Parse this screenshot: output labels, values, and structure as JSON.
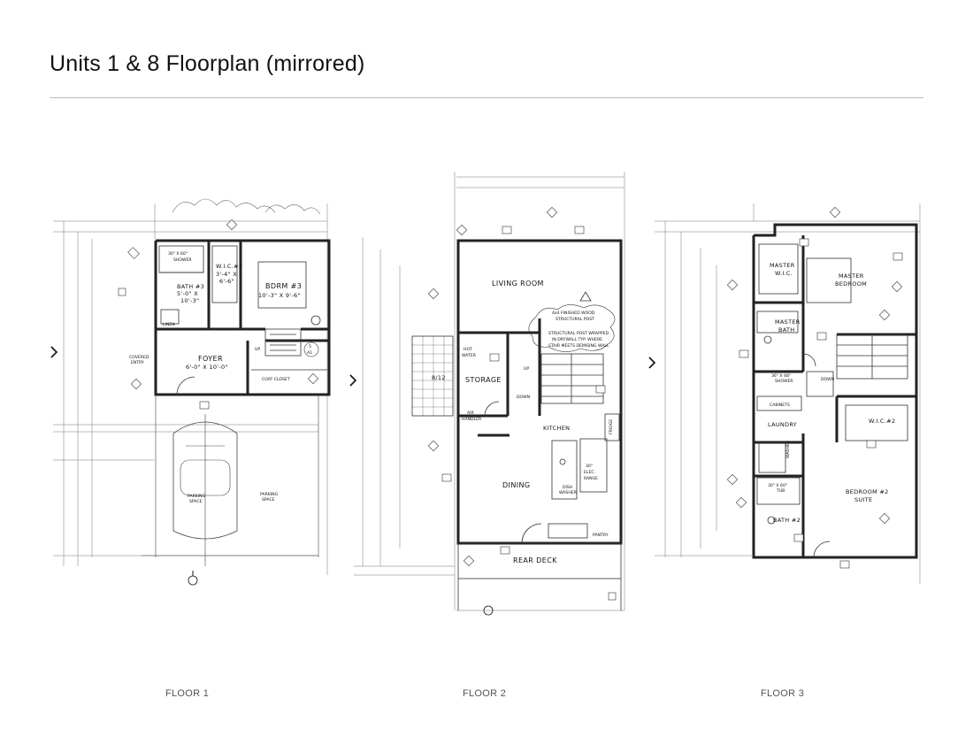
{
  "title": "Units 1 & 8 Floorplan (mirrored)",
  "floors": [
    {
      "caption": "FLOOR 1",
      "rooms": {
        "shower": "30\" X 60\"",
        "shower2": "SHOWER",
        "wic": "W.I.C.#3",
        "wic_dim1": "3'-4\" X",
        "wic_dim2": "6'-6\"",
        "bath": "BATH #3",
        "bath_dim1": "5'-0\" X",
        "bath_dim2": "10'-3\"",
        "bdrm": "BDRM #3",
        "bdrm_dim": "10'-3\" X 9'-6\"",
        "linen": "LINEN",
        "covered_entry1": "COVERED",
        "covered_entry2": "ENTRY",
        "foyer": "FOYER",
        "foyer_dim": "6'-0\" X 10'-0\"",
        "coat_closet": "COAT CLOSET",
        "parking1": "PARKING",
        "parking1b": "SPACE",
        "parking2": "PARKING",
        "parking2b": "SPACE",
        "up": "UP",
        "tag_a": "5",
        "tag_b": "A1"
      }
    },
    {
      "caption": "FLOOR 2",
      "rooms": {
        "living": "LIVING ROOM",
        "post1": "4x4 FINISHED WOOD",
        "post2": "STRUCTURAL POST",
        "post3": "STRUCTURAL POST WRAPPED",
        "post4": "IN DRYWALL TYP. WHERE",
        "post5": "STAIR MEETS DEMISING WALL",
        "hot1": "HOT",
        "hot2": "WATER",
        "storage": "STORAGE",
        "slope": "8/12",
        "up": "UP",
        "down": "DOWN",
        "air1": "AIR",
        "air2": "HANDLER",
        "kitchen": "KITCHEN",
        "fridge": "FRIDGE",
        "range1": "30\"",
        "range2": "ELEC.",
        "range3": "RANGE",
        "dish1": "DISH",
        "dish2": "WASHER",
        "dining": "DINING",
        "pantry": "PANTRY",
        "deck": "REAR DECK"
      }
    },
    {
      "caption": "FLOOR 3",
      "rooms": {
        "mwic1": "MASTER",
        "mwic2": "W.I.C.",
        "mbed1": "MASTER",
        "mbed2": "BEDROOM",
        "mbath1": "MASTER",
        "mbath2": "BATH",
        "shower1": "36\" X 48\"",
        "shower2": "SHOWER",
        "down": "DOWN",
        "cabinets": "CABINETS",
        "laundry": "LAUNDRY",
        "washer": "WASHER",
        "wic2": "W.I.C.#2",
        "tub1": "30\" X 60\"",
        "tub2": "TUB",
        "bath2": "BATH #2",
        "bed2a": "BEDROOM #2",
        "bed2b": "SUITE"
      }
    }
  ]
}
